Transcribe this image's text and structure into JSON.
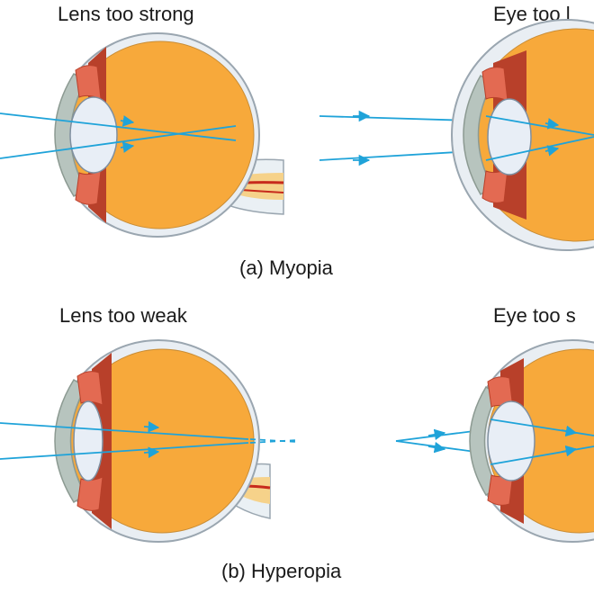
{
  "panels": [
    {
      "left_title": "Lens too strong",
      "right_title": "Eye too l",
      "caption": "(a) Myopia"
    },
    {
      "left_title": "Lens too weak",
      "right_title": "Eye too s",
      "caption": "(b) Hyperopia"
    }
  ],
  "colors": {
    "eyeball": "#f7a93b",
    "eyeball_outline": "#c98d36",
    "sclera": "#e9eef3",
    "sclera_outline": "#9aa6b0",
    "lens": "#e8eef6",
    "lens_outline": "#7f8fa0",
    "cornea": "#b7c4be",
    "iris_muscle": "#b8402a",
    "ciliary": "#e36a52",
    "retina_band": "#d5552f",
    "nerve": "#f6d28a",
    "nerve_red": "#c72a1c",
    "ray": "#1fa3d9"
  }
}
